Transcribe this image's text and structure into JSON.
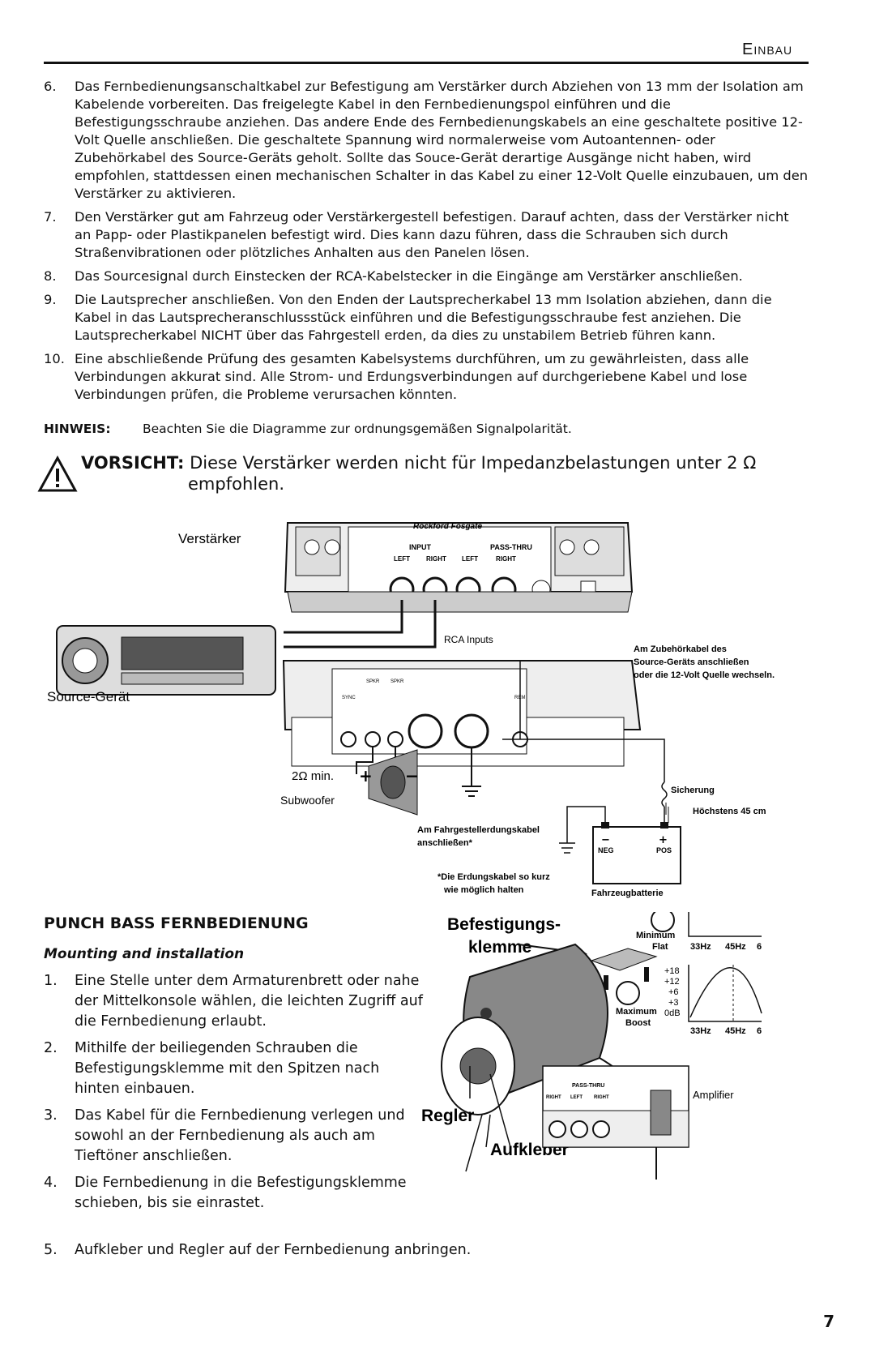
{
  "header": {
    "title": "Einbau"
  },
  "steps": [
    {
      "num": "6.",
      "text": "Das Fernbedienungsanschaltkabel zur Befestigung am Verstärker durch Abziehen von 13 mm der Isolation am Kabelende vorbereiten. Das freigelegte Kabel in den Fernbedienungspol einführen und die Befestigungsschraube anziehen. Das andere Ende des Fernbedienungskabels an eine geschaltete positive 12-Volt Quelle anschließen. Die geschaltete Spannung wird normalerweise vom Autoantennen- oder Zubehörkabel des Source-Geräts geholt. Sollte das Souce-Gerät derartige Ausgänge nicht haben, wird empfohlen, stattdessen einen mechanischen Schalter in das Kabel zu einer 12-Volt Quelle einzubauen, um den Verstärker zu aktivieren."
    },
    {
      "num": "7.",
      "text": "Den Verstärker gut am Fahrzeug oder Verstärkergestell befestigen. Darauf achten, dass der Verstärker nicht an Papp- oder Plastikpanelen befestigt wird. Dies kann dazu führen, dass die Schrauben sich durch Straßenvibrationen oder plötzliches Anhalten aus den Panelen lösen."
    },
    {
      "num": "8.",
      "text": "Das Sourcesignal durch Einstecken der RCA-Kabelstecker in die Eingänge am Verstärker anschließen."
    },
    {
      "num": "9.",
      "text": "Die Lautsprecher anschließen. Von den Enden der Lautsprecherkabel 13 mm Isolation abziehen, dann die Kabel in das Lautsprecheranschlussstück einführen und die Befestigungsschraube fest anziehen. Die Lautsprecherkabel NICHT über das Fahrgestell erden, da dies zu unstabilem Betrieb führen kann."
    },
    {
      "num": "10.",
      "text": "Eine abschließende Prüfung des gesamten Kabelsystems durchführen, um zu gewährleisten, dass alle Verbindungen akkurat sind. Alle Strom- und Erdungsverbindungen auf durchgeriebene Kabel und lose Verbindungen prüfen, die Probleme verursachen könnten."
    }
  ],
  "note": {
    "label": "HINWEIS:",
    "text": "Beachten Sie die Diagramme zur ordnungsgemäßen Signalpolarität."
  },
  "caution": {
    "label": "VORSICHT:",
    "line1": "Diese Verstärker werden nicht für Impedanzbelastungen unter 2 Ω",
    "line2": "empfohlen."
  },
  "diagram": {
    "amp_label": "Verstärker",
    "input_label": "INPUT",
    "passthru_label": "PASS-THRU",
    "left_label": "LEFT",
    "right_label": "RIGHT",
    "rca_inputs": "RCA Inputs",
    "source_label": "Source-Gerät",
    "accessory_note": [
      "Am Zubehörkabel des",
      "Source-Geräts anschließen",
      "oder die 12-Volt Quelle wechseln."
    ],
    "sync": "SYNC",
    "spkr": "SPKR",
    "rem": "REM",
    "min_ohm": "2Ω min.",
    "subwoofer": "Subwoofer",
    "fuse": "Sicherung",
    "max_dist": "Höchstens 45 cm",
    "chassis_note": [
      "Am Fahrgestellerdungskabel",
      "anschließen*"
    ],
    "neg": "NEG",
    "pos": "POS",
    "ground_note": [
      "*Die Erdungskabel so kurz",
      "wie möglich halten"
    ],
    "battery": "Fahrzeugbatterie"
  },
  "punch": {
    "title": "PUNCH BASS FERNBEDIENUNG",
    "subtitle": "Mounting and installation",
    "steps": [
      {
        "num": "1.",
        "text": "Eine Stelle unter dem Armaturenbrett oder nahe der Mittelkonsole wählen, die leichten Zugriff auf die Fernbedienung erlaubt."
      },
      {
        "num": "2.",
        "text": "Mithilfe der beiliegenden Schrauben die Befestigungsklemme mit den Spitzen nach hinten einbauen."
      },
      {
        "num": "3.",
        "text": "Das Kabel für die Fernbedienung verlegen und sowohl an der Fernbedienung als auch am Tieftöner anschließen."
      },
      {
        "num": "4.",
        "text": "Die Fernbedienung in die Befestigungsklemme schieben, bis sie einrastet."
      }
    ],
    "last": {
      "num": "5.",
      "text": "Aufkleber und Regler auf der Fernbedienung anbringen."
    },
    "clamp_label_1": "Befestigungs-",
    "clamp_label_2": "klemme",
    "regler": "Regler",
    "aufkleber": "Aufkleber",
    "minimum": "Minimum",
    "flat": "Flat",
    "maximum": "Maximum",
    "boost": "Boost",
    "hz33": "33Hz",
    "hz45": "45Hz",
    "hz6": "6",
    "db": [
      "+18",
      "+12",
      "+6",
      "+3",
      "0dB"
    ],
    "amplifier": "Amplifier"
  },
  "page_number": "7"
}
